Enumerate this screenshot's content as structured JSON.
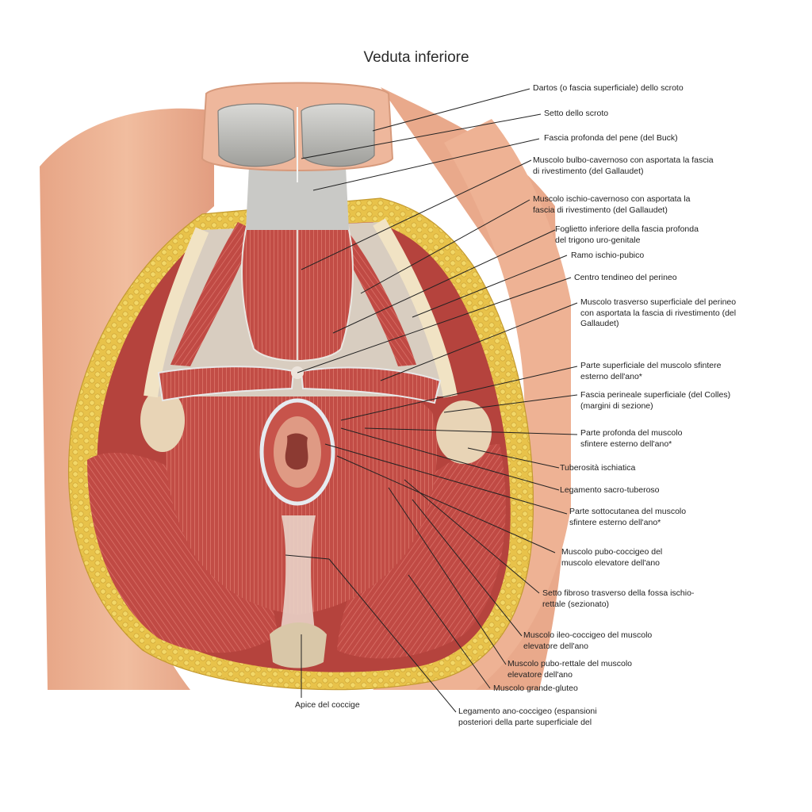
{
  "title": "Veduta inferiore",
  "labels": [
    {
      "id": "dartos",
      "lines": [
        "Dartos (o fascia superficiale) dello scroto"
      ]
    },
    {
      "id": "setto-scroto",
      "lines": [
        "Setto dello scroto"
      ]
    },
    {
      "id": "buck",
      "lines": [
        "Fascia profonda del pene (del Buck)"
      ]
    },
    {
      "id": "bulbo-cavernoso",
      "lines": [
        "Muscolo bulbo-cavernoso con asportata la fascia",
        "di rivestimento (del Gallaudet)"
      ]
    },
    {
      "id": "ischio-cavernoso",
      "lines": [
        "Muscolo ischio-cavernoso con asportata la",
        "fascia di rivestimento (del Gallaudet)"
      ]
    },
    {
      "id": "foglietto",
      "lines": [
        "Foglietto inferiore della fascia profonda",
        "del trigono uro-genitale"
      ]
    },
    {
      "id": "ramo",
      "lines": [
        "Ramo ischio-pubico"
      ]
    },
    {
      "id": "centro-tendineo",
      "lines": [
        "Centro tendineo del perineo"
      ]
    },
    {
      "id": "trasverso",
      "lines": [
        "Muscolo trasverso superficiale del perineo",
        "con asportata la fascia di rivestimento (del",
        "Gallaudet)"
      ]
    },
    {
      "id": "sfintere-sup",
      "lines": [
        "Parte superficiale del muscolo sfintere",
        "esterno dell'ano*"
      ]
    },
    {
      "id": "colles",
      "lines": [
        "Fascia perineale superficiale (del Colles)",
        "(margini di sezione)"
      ]
    },
    {
      "id": "sfintere-prof",
      "lines": [
        "Parte profonda del muscolo",
        "sfintere esterno dell'ano*"
      ]
    },
    {
      "id": "tuberosita",
      "lines": [
        "Tuberosità ischiatica"
      ]
    },
    {
      "id": "sacro-tuberoso",
      "lines": [
        "Legamento sacro-tuberoso"
      ]
    },
    {
      "id": "sfintere-sottocutanea",
      "lines": [
        "Parte sottocutanea del muscolo",
        "sfintere esterno dell'ano*"
      ]
    },
    {
      "id": "pubo-coccigeo",
      "lines": [
        "Muscolo pubo-coccigeo del",
        "muscolo elevatore dell'ano"
      ]
    },
    {
      "id": "setto-fibroso",
      "lines": [
        "Setto fibroso trasverso della fossa ischio-",
        "rettale (sezionato)"
      ]
    },
    {
      "id": "ileo-coccigeo",
      "lines": [
        "Muscolo ileo-coccigeo del muscolo",
        "elevatore dell'ano"
      ]
    },
    {
      "id": "pubo-rettale",
      "lines": [
        "Muscolo pubo-rettale del muscolo",
        "elevatore dell'ano"
      ]
    },
    {
      "id": "grande-gluteo",
      "lines": [
        "Muscolo grande-gluteo"
      ]
    },
    {
      "id": "apice",
      "lines": [
        "Apice del coccige"
      ]
    },
    {
      "id": "ano-coccigeo",
      "lines": [
        "Legamento ano-coccigeo (espansioni",
        "posteriori della parte superficiale del"
      ]
    }
  ]
}
